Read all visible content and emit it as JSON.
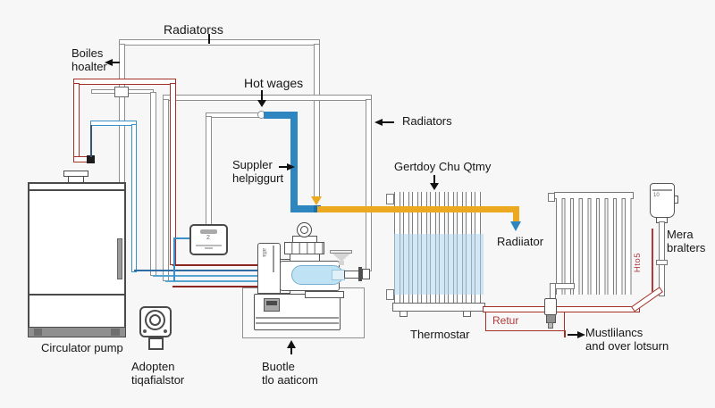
{
  "diagram": {
    "labels": {
      "boiler_heater": "Boiles\nhoalter",
      "radiators_loop": "Radiatorss",
      "hot_water": "Hot wages",
      "radiators_branch": "Radiators",
      "supply": "Suppler\nhelpiggurt",
      "radiator_center": "Gertdoy Chu Qtmy",
      "radiator_drop": "Radiiator",
      "expansion_tank": "Mera\nbralters",
      "riser": "Hto5",
      "return_pipe": "Retur",
      "thermostat": "Thermostar",
      "return_note": "Mustlilancs\nand over lotsurn",
      "boiler": "Circulator pump",
      "adapter": "Adopten\ntiqafialstor",
      "pump_unit": "Buotle\ntlo aaticom"
    },
    "markings": {
      "thermostat_display": "2",
      "tank": "10",
      "pump_controller": "alfa"
    },
    "colors": {
      "pipe_gray": "#8f8f8f",
      "pipe_red": "#a33127",
      "flow_blue": "#2e86c1",
      "flow_yellow": "#eca81f",
      "radiator_water": "#aed6ee",
      "red_text": "#b03a3a"
    }
  }
}
